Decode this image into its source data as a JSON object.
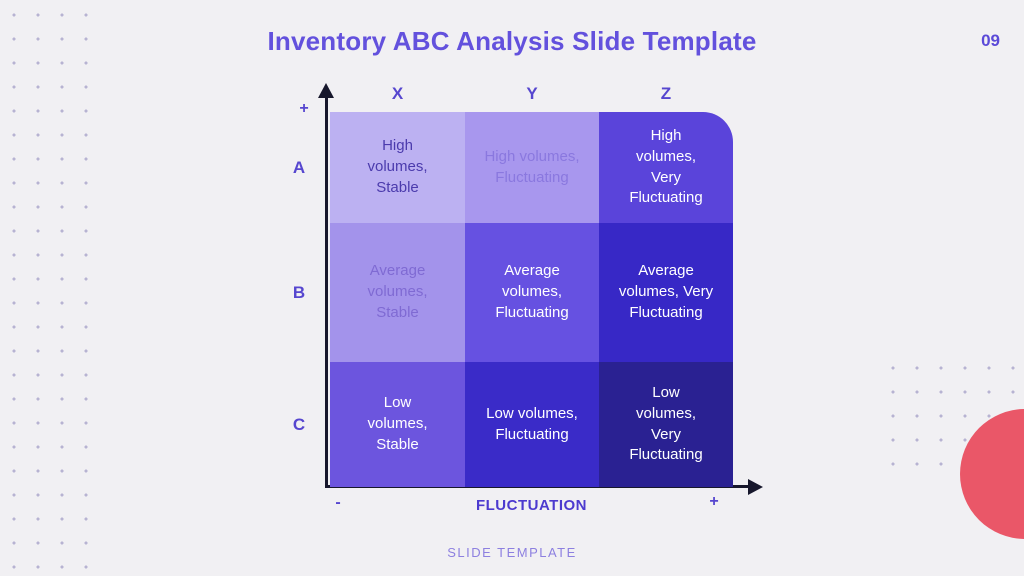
{
  "colors": {
    "background": "#f1f0f3",
    "title": "#6351dd",
    "axis": "#17172c",
    "axis_labels": "#5646cf",
    "footer_text": "#8d80e0",
    "dots": "#b7b3d2",
    "accent_circle": "#ea5768"
  },
  "header": {
    "title": "Inventory ABC Analysis Slide Template",
    "page_number": "09"
  },
  "footer": {
    "label": "SLIDE TEMPLATE"
  },
  "matrix": {
    "columns": [
      "X",
      "Y",
      "Z"
    ],
    "rows": [
      "A",
      "B",
      "C"
    ],
    "y_axis": {
      "top_sign": "+"
    },
    "x_axis": {
      "label": "FLUCTUATION",
      "left_sign": "-",
      "right_sign": "+"
    },
    "cells": [
      {
        "row": "A",
        "col": "X",
        "label": "High\nvolumes,\nStable",
        "style": "background:#bcb1f2;color:#4b3bad"
      },
      {
        "row": "A",
        "col": "Y",
        "label": "High volumes,\nFluctuating",
        "style": "background:#a897ee;color:#8a78df"
      },
      {
        "row": "A",
        "col": "Z",
        "label": "High\nvolumes,\nVery\nFluctuating",
        "style": "background:#5a44da;color:#ffffff"
      },
      {
        "row": "B",
        "col": "X",
        "label": "Average\nvolumes,\nStable",
        "style": "background:#a393eb;color:#7f6ad3"
      },
      {
        "row": "B",
        "col": "Y",
        "label": "Average\nvolumes,\nFluctuating",
        "style": "background:#6651e1;color:#ffffff"
      },
      {
        "row": "B",
        "col": "Z",
        "label": "Average\nvolumes, Very\nFluctuating",
        "style": "background:#3728c6;color:#ffffff"
      },
      {
        "row": "C",
        "col": "X",
        "label": "Low\nvolumes,\nStable",
        "style": "background:#6c55de;color:#ffffff"
      },
      {
        "row": "C",
        "col": "Y",
        "label": "Low volumes,\nFluctuating",
        "style": "background:#3a2bc8;color:#ffffff"
      },
      {
        "row": "C",
        "col": "Z",
        "label": "Low\nvolumes,\nVery\nFluctuating",
        "style": "background:#2a2192;color:#ffffff"
      }
    ]
  }
}
